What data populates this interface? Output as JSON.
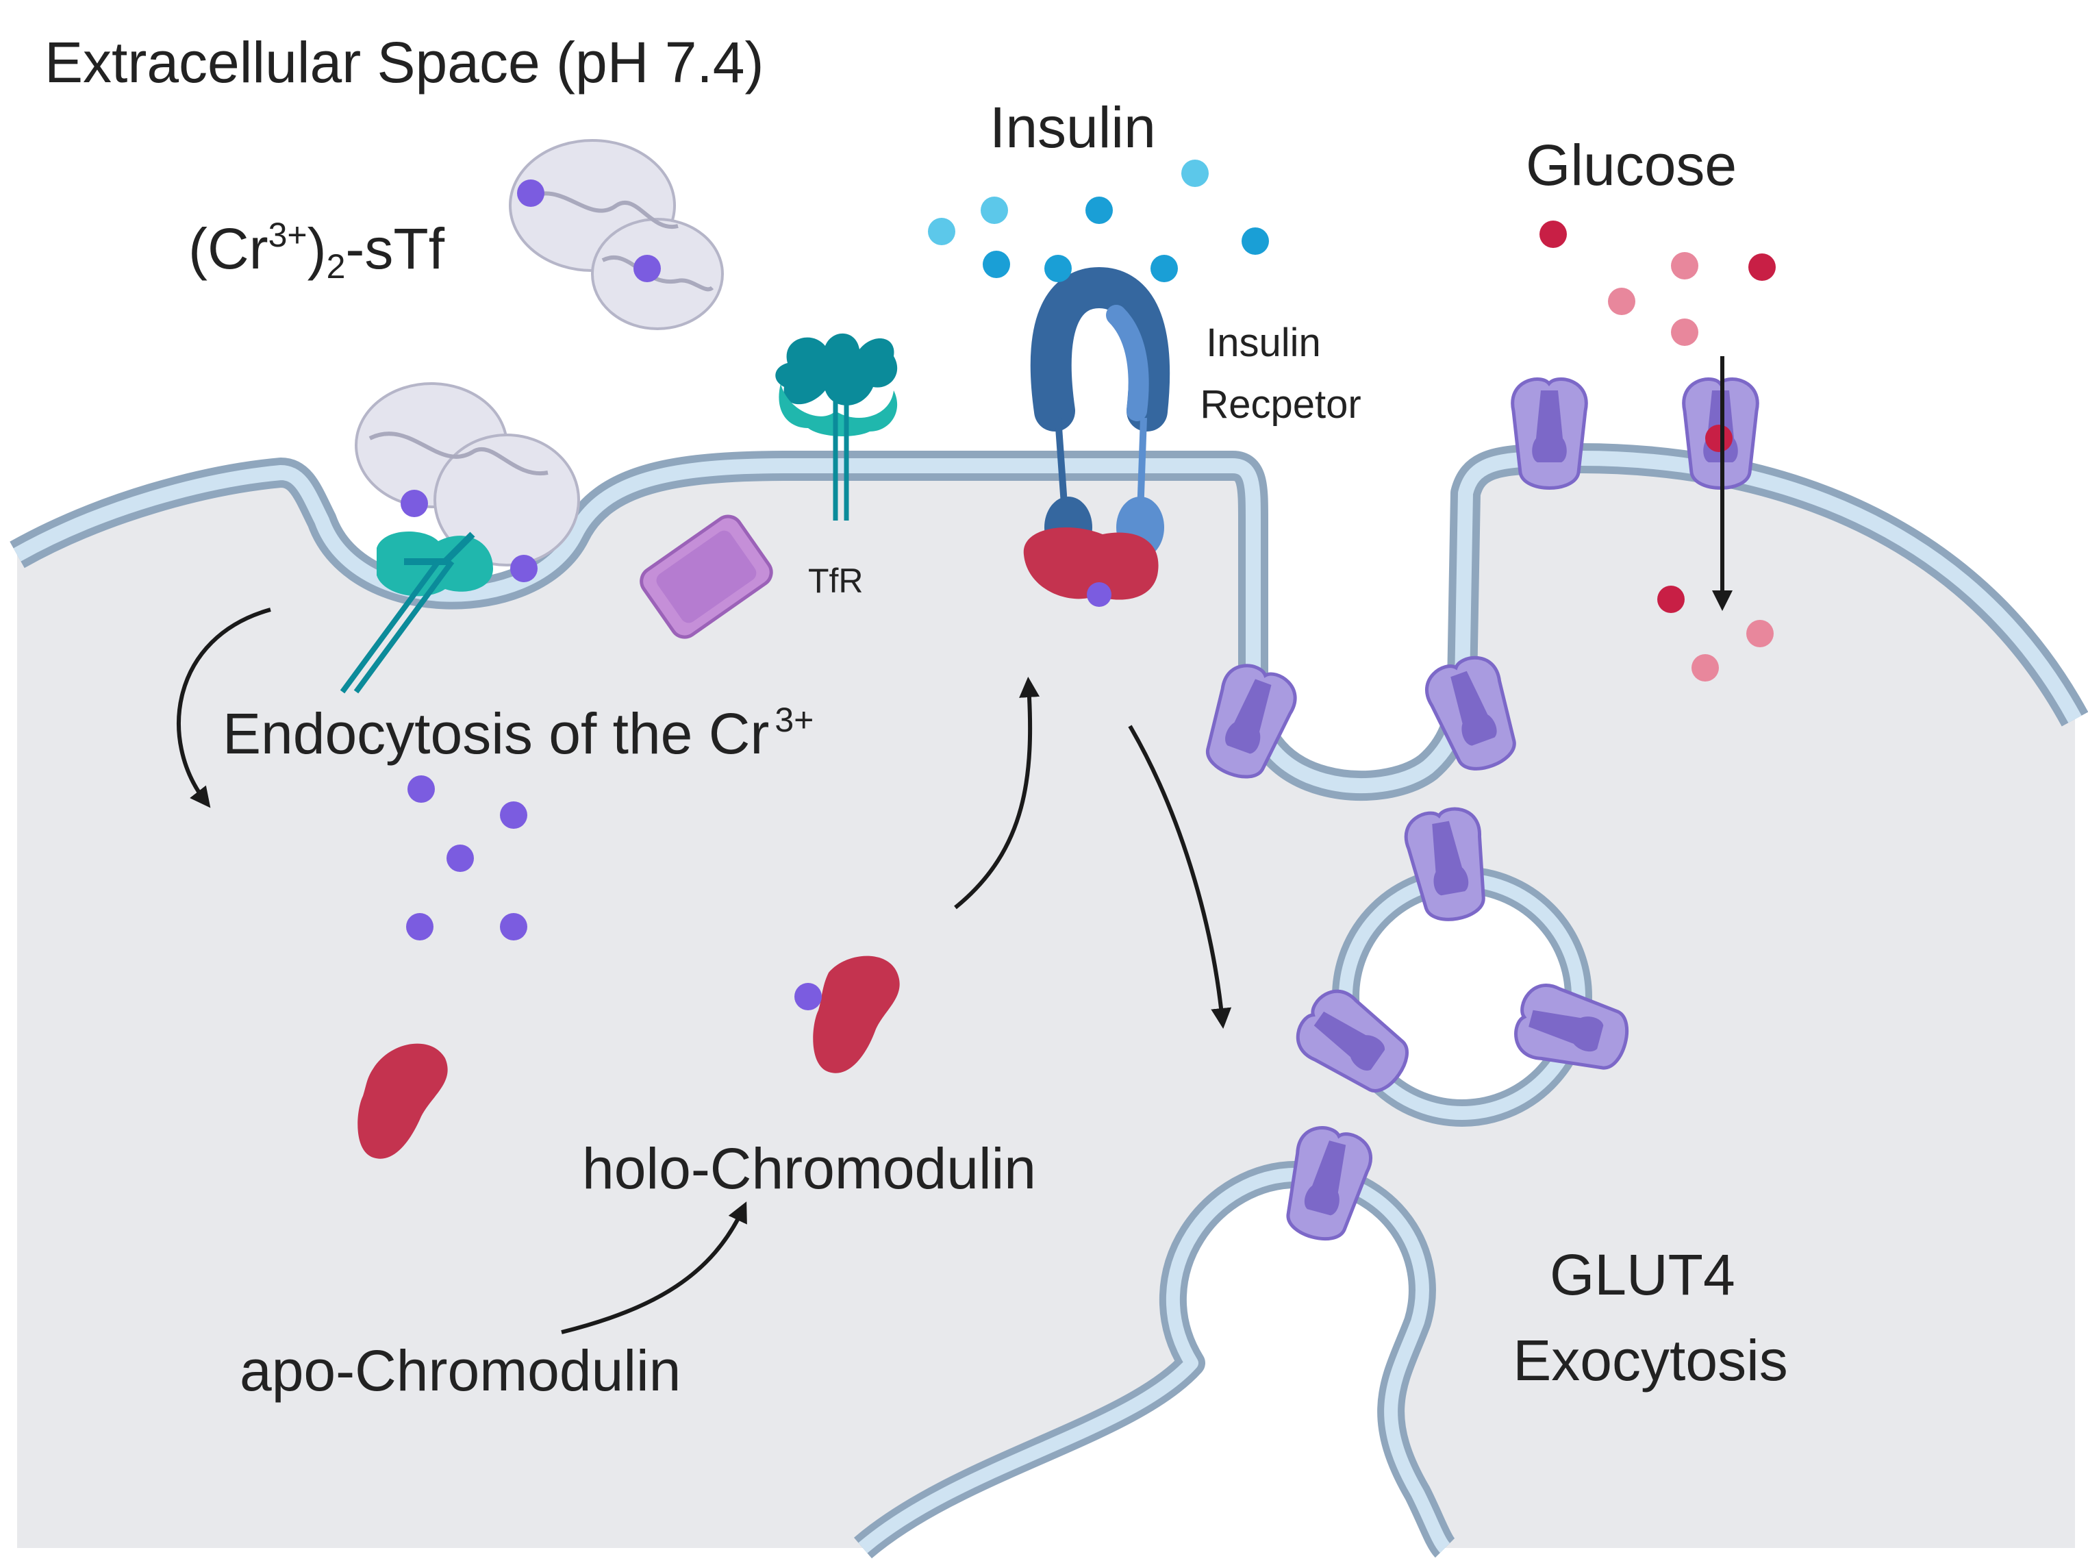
{
  "labels": {
    "extracellular": "Extracellular Space  (pH 7.4)",
    "cr_stf_prefix": "(Cr",
    "cr_stf_sup": "3+",
    "cr_stf_mid": ")",
    "cr_stf_sub": "2",
    "cr_stf_suffix": "-sTf",
    "insulin": "Insulin",
    "glucose": "Glucose",
    "insulin_receptor_line1": "Insulin",
    "insulin_receptor_line2": "Recpetor",
    "tfr": "TfR",
    "endocytosis_main": "Endocytosis of the Cr",
    "endocytosis_sup": "3+",
    "holo_chromodulin": "holo-Chromodulin",
    "apo_chromodulin": "apo-Chromodulin",
    "glut4_line1": "GLUT4",
    "glut4_line2": "Exocytosis"
  },
  "colors": {
    "cytoplasm": "#e8e9ec",
    "membrane": "#8fa6bd",
    "membrane_inner": "#cfe3f2",
    "chromium": "#7b5ce0",
    "insulin": "#1a9fd6",
    "insulin_light": "#5cc8ea",
    "glucose": "#c81f45",
    "glucose_light": "#e8879c",
    "chromodulin": "#c4334f",
    "glut4": "#a99be0",
    "glut4_dark": "#7c68c8",
    "receptor": "#35679f",
    "receptor_light": "#5b8fd0",
    "tfr": "#0b8b9a",
    "tfr_light": "#20b7ad",
    "transferrin": "#e4e4ee",
    "channel": "#c58fd8",
    "arrow": "#1a1a1a"
  }
}
